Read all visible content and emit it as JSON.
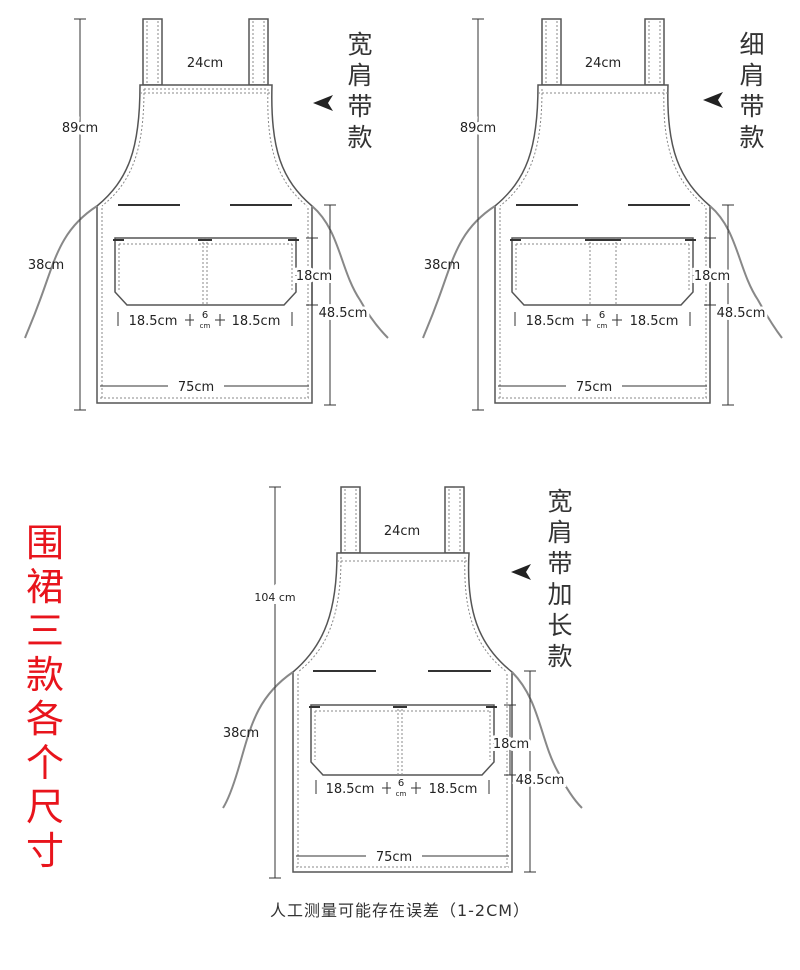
{
  "variants": [
    {
      "title_chars": [
        "宽",
        "肩",
        "带",
        "款"
      ],
      "total_length": "89cm",
      "neck_width": "24cm",
      "strap_length": "38cm",
      "pocket_height": "18cm",
      "lower_length": "48.5cm",
      "pocket_left": "18.5cm",
      "pocket_mid": "6",
      "pocket_mid_unit": "cm",
      "pocket_right": "18.5cm",
      "bottom_width": "75cm"
    },
    {
      "title_chars": [
        "细",
        "肩",
        "带",
        "款"
      ],
      "total_length": "89cm",
      "neck_width": "24cm",
      "strap_length": "38cm",
      "pocket_height": "18cm",
      "lower_length": "48.5cm",
      "pocket_left": "18.5cm",
      "pocket_mid": "6",
      "pocket_mid_unit": "cm",
      "pocket_right": "18.5cm",
      "bottom_width": "75cm"
    },
    {
      "title_chars": [
        "宽",
        "肩",
        "带",
        "加",
        "长",
        "款"
      ],
      "total_length": "104 cm",
      "neck_width": "24cm",
      "strap_length": "38cm",
      "pocket_height": "18cm",
      "lower_length": "48.5cm",
      "pocket_left": "18.5cm",
      "pocket_mid": "6",
      "pocket_mid_unit": "cm",
      "pocket_right": "18.5cm",
      "bottom_width": "75cm"
    }
  ],
  "side_label_chars": [
    "围",
    "裙",
    "三",
    "款",
    "各",
    "个",
    "尺",
    "寸"
  ],
  "footnote": "人工测量可能存在误差（1-2CM）",
  "colors": {
    "side_label": "#e8141c",
    "outline": "#555555",
    "stitch": "#888888"
  }
}
